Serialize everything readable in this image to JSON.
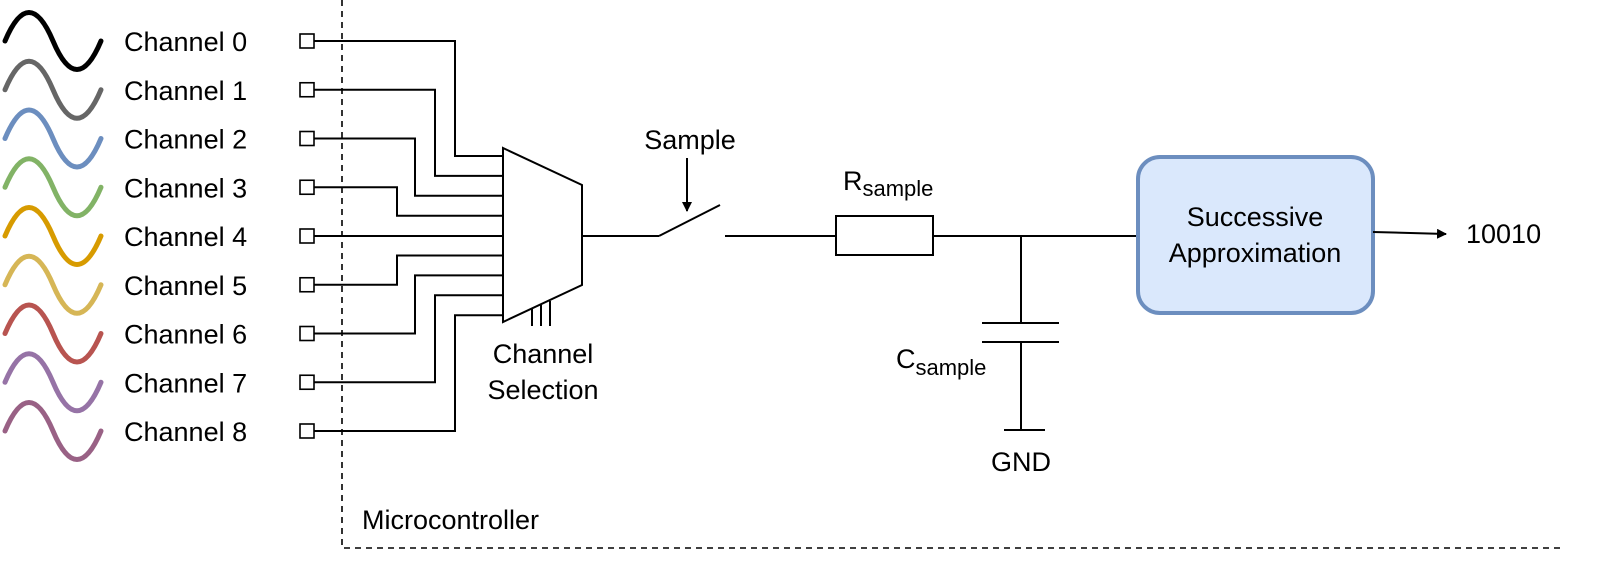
{
  "channels": [
    {
      "label": "Channel 0",
      "color": "#000000"
    },
    {
      "label": "Channel 1",
      "color": "#666666"
    },
    {
      "label": "Channel 2",
      "color": "#6c8ebf"
    },
    {
      "label": "Channel 3",
      "color": "#82b366"
    },
    {
      "label": "Channel 4",
      "color": "#d79b00"
    },
    {
      "label": "Channel 5",
      "color": "#d6b656"
    },
    {
      "label": "Channel 6",
      "color": "#b85450"
    },
    {
      "label": "Channel 7",
      "color": "#9673a6"
    },
    {
      "label": "Channel 8",
      "color": "#996185"
    }
  ],
  "mux": {
    "label_line1": "Channel",
    "label_line2": "Selection"
  },
  "switch": {
    "label": "Sample"
  },
  "resistor": {
    "label_main": "R",
    "label_sub": "sample"
  },
  "capacitor": {
    "label_main": "C",
    "label_sub": "sample"
  },
  "ground": {
    "label": "GND"
  },
  "sar": {
    "line1": "Successive",
    "line2": "Approximation",
    "fill": "#dae8fc",
    "stroke": "#6c8ebf"
  },
  "output": {
    "value": "10010"
  },
  "boundary": {
    "label": "Microcontroller"
  }
}
